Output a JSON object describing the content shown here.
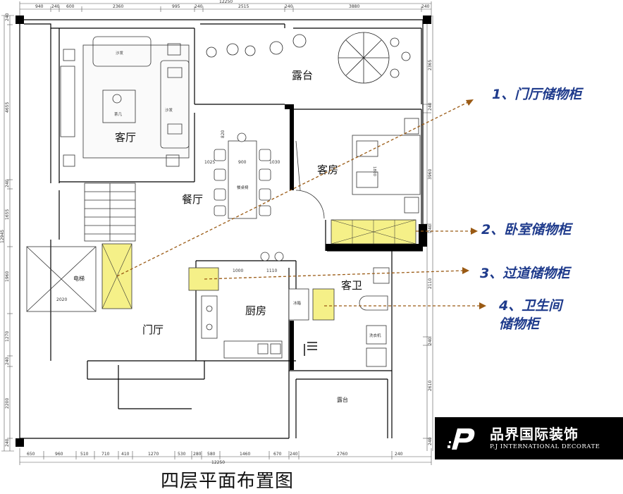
{
  "rooms": {
    "living": "客厅",
    "dining": "餐厅",
    "terrace_top": "露台",
    "guest_room": "客房",
    "foyer": "门厅",
    "kitchen": "厨房",
    "guest_bath": "客卫",
    "terrace_bottom": "露台",
    "elevator": "电梯"
  },
  "furniture": {
    "sofa_top": "沙发",
    "sofa_side": "沙发",
    "tea_table": "茶几",
    "dining_table": "餐桌椅",
    "shoe_cabinet": "储物柜",
    "fridge": "冰箱",
    "washer": "洗衣机",
    "bed": "1800"
  },
  "dims": {
    "top": [
      "940",
      "240",
      "600",
      "2360",
      "995",
      "240",
      "2515",
      "240",
      "3880",
      "240"
    ],
    "top_total": "12250",
    "bottom": [
      "650",
      "960",
      "510",
      "710",
      "410",
      "1270",
      "530",
      "280",
      "580",
      "1460",
      "670",
      "240",
      "2760",
      "240"
    ],
    "bottom_total": "12250",
    "left": [
      "240",
      "4655",
      "240",
      "1655",
      "1960",
      "1270",
      "240",
      "2200",
      "240"
    ],
    "left_total": "12945",
    "right": [
      "2365",
      "240",
      "3960",
      "240",
      "2110",
      "240",
      "2610",
      "240"
    ],
    "dining_w": [
      "1025",
      "900",
      "1030"
    ],
    "dining_h": "820",
    "kitchen": [
      "1000",
      "1110"
    ],
    "elevator_w": "2020"
  },
  "annotations": [
    {
      "label": "1、门厅储物柜"
    },
    {
      "label": "2、卧室储物柜"
    },
    {
      "label": "3、过道储物柜"
    },
    {
      "label": "4、卫生间",
      "label2": "储物柜"
    }
  ],
  "caption": "四层平面布置图",
  "logo": {
    "name": "品界国际装饰",
    "sub": "P.J INTERNATIONAL DECORATE"
  },
  "colors": {
    "storage": "#f5f088",
    "arrow": "#9a5a14",
    "annotation": "#1f3b8c",
    "wall": "#000000"
  }
}
